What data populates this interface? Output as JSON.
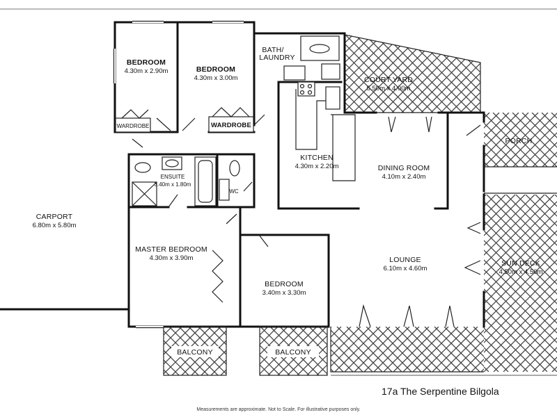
{
  "rooms": {
    "bedroom1": {
      "name": "BEDROOM",
      "dims": "4.30m x 2.90m"
    },
    "bedroom2": {
      "name": "BEDROOM",
      "dims": "4.30m x 3.00m"
    },
    "wardrobe1": "WARDROBE",
    "wardrobe2": "WARDROBE",
    "bath": {
      "line1": "BATH/",
      "line2": "LAUNDRY"
    },
    "courtyard": {
      "name": "COURT YARD",
      "dims": "5.50m x 4.00m"
    },
    "porch": {
      "name": "PORCH"
    },
    "ensuite": {
      "name": "ENSUITE",
      "dims": "3.40m x 1.80m"
    },
    "wc": "WC",
    "kitchen": {
      "name": "KITCHEN",
      "dims": "4.30m x 2.20m"
    },
    "dining": {
      "name": "DINING ROOM",
      "dims": "4.10m x 2.40m"
    },
    "carport": {
      "name": "CARPORT",
      "dims": "6.80m x 5.80m"
    },
    "master": {
      "name": "MASTER BEDROOM",
      "dims": "4.30m x 3.90m"
    },
    "lounge": {
      "name": "LOUNGE",
      "dims": "6.10m x 4.60m"
    },
    "sundeck": {
      "name": "SUN DECK",
      "dims": "4.50m x 4.50m"
    },
    "bedroom3": {
      "name": "BEDROOM",
      "dims": "3.40m x 3.30m"
    },
    "balcony1": {
      "name": "BALCONY"
    },
    "balcony2": {
      "name": "BALCONY"
    }
  },
  "address": "17a The Serpentine Bilgola",
  "disclaimer": "Measurements are approximate. Not to Scale. For illustrative purposes only."
}
